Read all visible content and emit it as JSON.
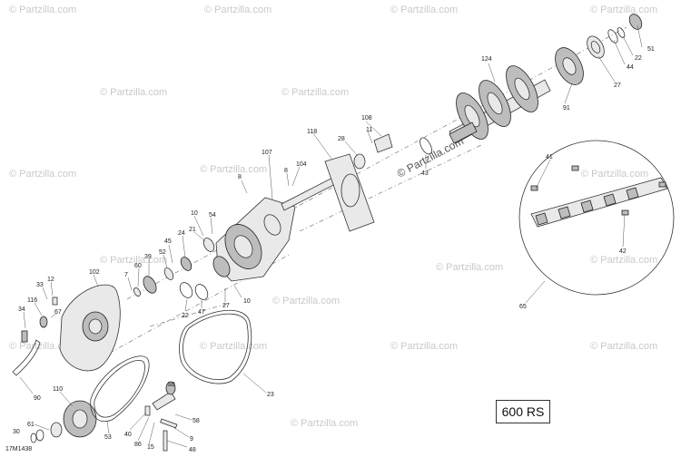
{
  "watermark": {
    "text": "© Partzilla.com",
    "center_text": "© Partzilla.com"
  },
  "model_box": {
    "label": "600 RS"
  },
  "drawing_code": "17M1438",
  "callouts": {
    "c51": "51",
    "c44": "44",
    "c22a": "22",
    "c27a": "27",
    "c91": "91",
    "c124": "124",
    "c43": "43",
    "c108": "108",
    "c11": "11",
    "c28": "28",
    "c118": "118",
    "c104": "104",
    "c107": "107",
    "c8a": "8",
    "c8b": "8",
    "c41": "41",
    "c42": "42",
    "c65": "65",
    "c10a": "10",
    "c54": "54",
    "c21": "21",
    "c24": "24",
    "c45": "45",
    "c52": "52",
    "c39": "39",
    "c60": "60",
    "c7": "7",
    "c102": "102",
    "c12": "12",
    "c33": "33",
    "c116": "116",
    "c67": "67",
    "c34": "34",
    "c22b": "22",
    "c47": "47",
    "c27b": "27",
    "c10b": "10",
    "c90": "90",
    "c110": "110",
    "c59": "59",
    "c58": "58",
    "c23": "23",
    "c53": "53",
    "c40": "40",
    "c86": "86",
    "c15": "15",
    "c9": "9",
    "c48": "48",
    "c61": "61",
    "c30": "30"
  }
}
